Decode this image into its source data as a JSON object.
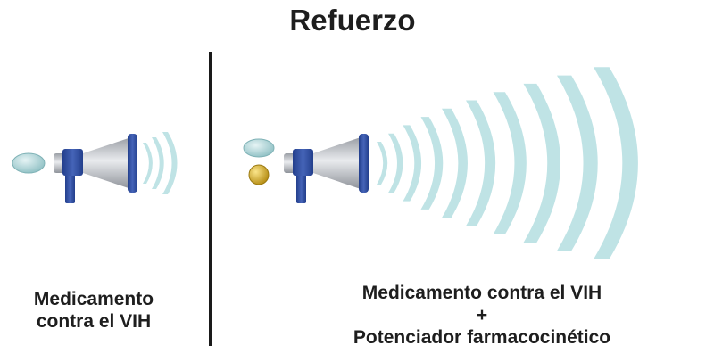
{
  "title": "Refuerzo",
  "left_panel": {
    "caption_lines": [
      "Medicamento",
      "contra el VIH"
    ],
    "pills": [
      "hiv-drug-pill"
    ],
    "wave_count": 3
  },
  "right_panel": {
    "caption_lines": [
      "Medicamento contra el VIH",
      "+",
      "Potenciador farmacocinético"
    ],
    "pills": [
      "hiv-drug-pill",
      "booster-pill"
    ],
    "wave_count": 10
  },
  "colors": {
    "wave": "#bfe3e5",
    "megaphone_body": "#c4c7cc",
    "megaphone_accent": "#2f4ea0",
    "hiv_pill": "#a9d3d6",
    "booster_pill": "#d7b32c",
    "divider": "#1a1a1a",
    "text": "#1e1e1e"
  }
}
